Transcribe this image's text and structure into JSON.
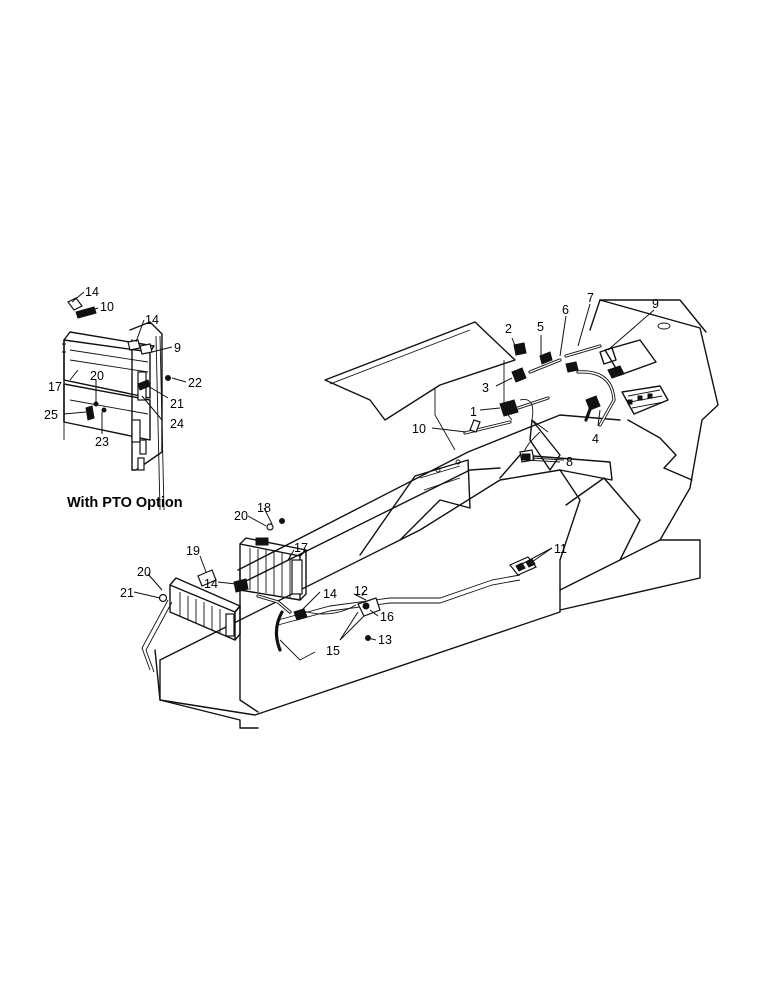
{
  "caption": "With PTO Option",
  "callouts": {
    "inset": [
      "14",
      "10",
      "14",
      "9",
      "17",
      "20",
      "22",
      "21",
      "24",
      "25",
      "23"
    ],
    "main": [
      "2",
      "5",
      "6",
      "7",
      "9",
      "3",
      "1",
      "10",
      "4",
      "8",
      "18",
      "20",
      "17",
      "19",
      "14",
      "20",
      "21",
      "14",
      "12",
      "16",
      "11",
      "15",
      "13"
    ]
  }
}
